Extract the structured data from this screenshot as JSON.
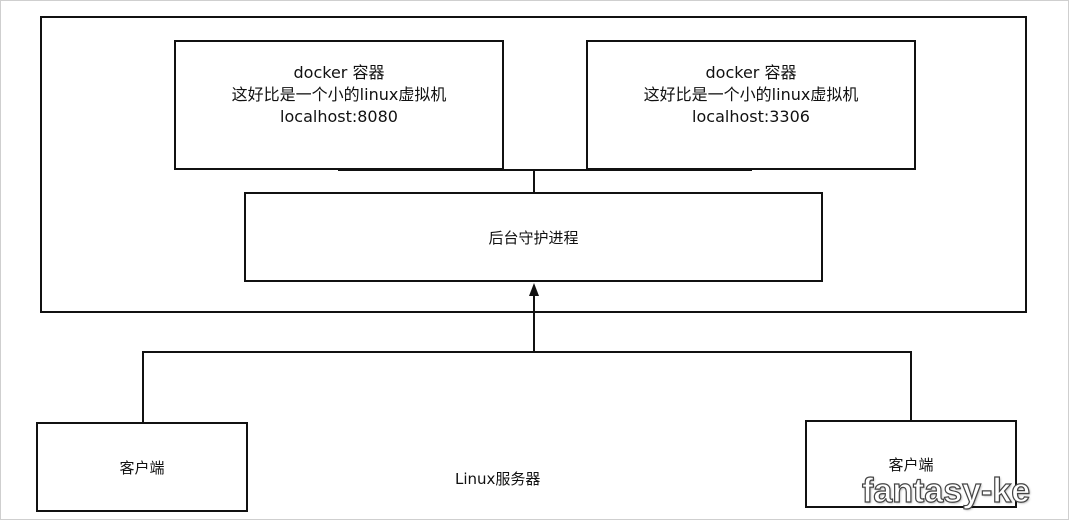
{
  "containers": [
    {
      "title": "docker 容器",
      "description": "这好比是一个小的linux虚拟机",
      "address": "localhost:8080"
    },
    {
      "title": "docker 容器",
      "description": "这好比是一个小的linux虚拟机",
      "address": "localhost:3306"
    }
  ],
  "daemon": {
    "label": "后台守护进程"
  },
  "clients": [
    {
      "label": "客户端"
    },
    {
      "label": "客户端"
    }
  ],
  "server": {
    "label": "Linux服务器"
  },
  "watermark": {
    "text": "fantasy-ke"
  }
}
